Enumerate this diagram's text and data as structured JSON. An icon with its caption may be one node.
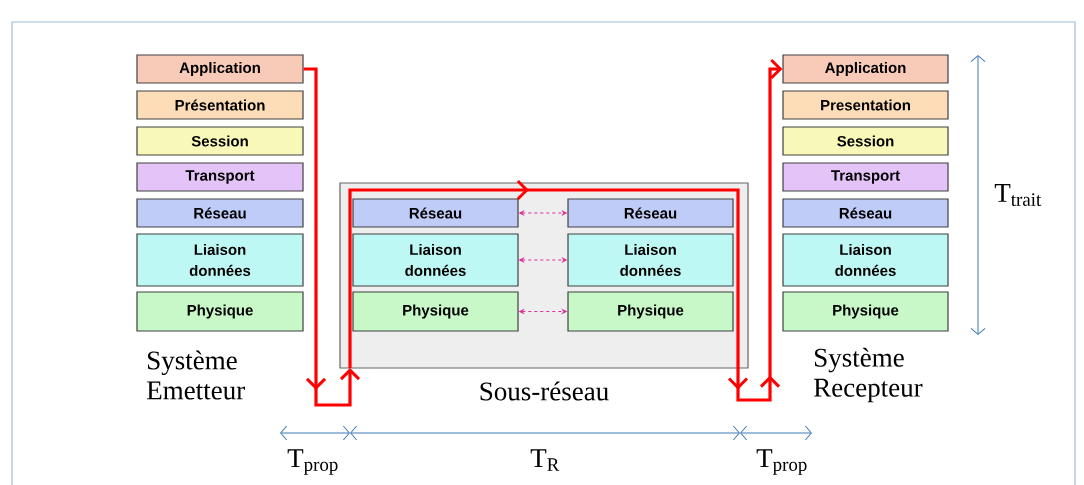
{
  "diagram": {
    "nodes": [
      {
        "text": [
          "Application"
        ]
      },
      {
        "text": [
          "Présentation"
        ]
      },
      {
        "text": [
          "Session"
        ]
      },
      {
        "text": [
          "Transport"
        ]
      },
      {
        "text": [
          "Réseau"
        ]
      },
      {
        "text": [
          "Liaison données"
        ]
      },
      {
        "text": [
          "Physique"
        ]
      },
      {
        "text": [
          "Sous-réseau"
        ]
      },
      {
        "text": [
          "Réseau"
        ],
        "in": 7
      },
      {
        "text": [
          "Liaison données"
        ],
        "in": 7
      },
      {
        "text": [
          "Physique"
        ],
        "in": 7
      },
      {
        "text": [
          "Réseau"
        ],
        "in": 7
      },
      {
        "text": [
          "Liaison données"
        ],
        "in": 7
      },
      {
        "text": [
          "Physique"
        ],
        "in": 7
      },
      {
        "text": [
          "Application"
        ]
      },
      {
        "text": [
          "Presentation"
        ]
      },
      {
        "text": [
          "Session"
        ]
      },
      {
        "text": [
          "Transport"
        ]
      },
      {
        "text": [
          "Réseau"
        ]
      },
      {
        "text": [
          "Liaison données"
        ]
      },
      {
        "text": [
          "Physique"
        ]
      }
    ],
    "edges": [
      {
        "from": 8,
        "to": 11,
        "arrow": "both",
        "style": "dashed",
        "color": "#e0309a"
      },
      {
        "from": 9,
        "to": 12,
        "arrow": "both",
        "style": "dashed",
        "color": "#e0309a"
      },
      {
        "from": 10,
        "to": 13,
        "arrow": "both",
        "style": "dashed",
        "color": "#e0309a"
      },
      {
        "from": 0,
        "to": 7,
        "arrow": "to",
        "style": "thick",
        "color": "#ff0000"
      },
      {
        "from": 7,
        "to": 14,
        "arrow": "to",
        "style": "thick",
        "color": "#ff0000"
      }
    ],
    "labels": [
      "T$_{trait}$",
      "Système Emetteur",
      "Système Recepteur",
      "T$_{prop}$",
      "T$_{R}$",
      "T$_{prop}$"
    ]
  }
}
